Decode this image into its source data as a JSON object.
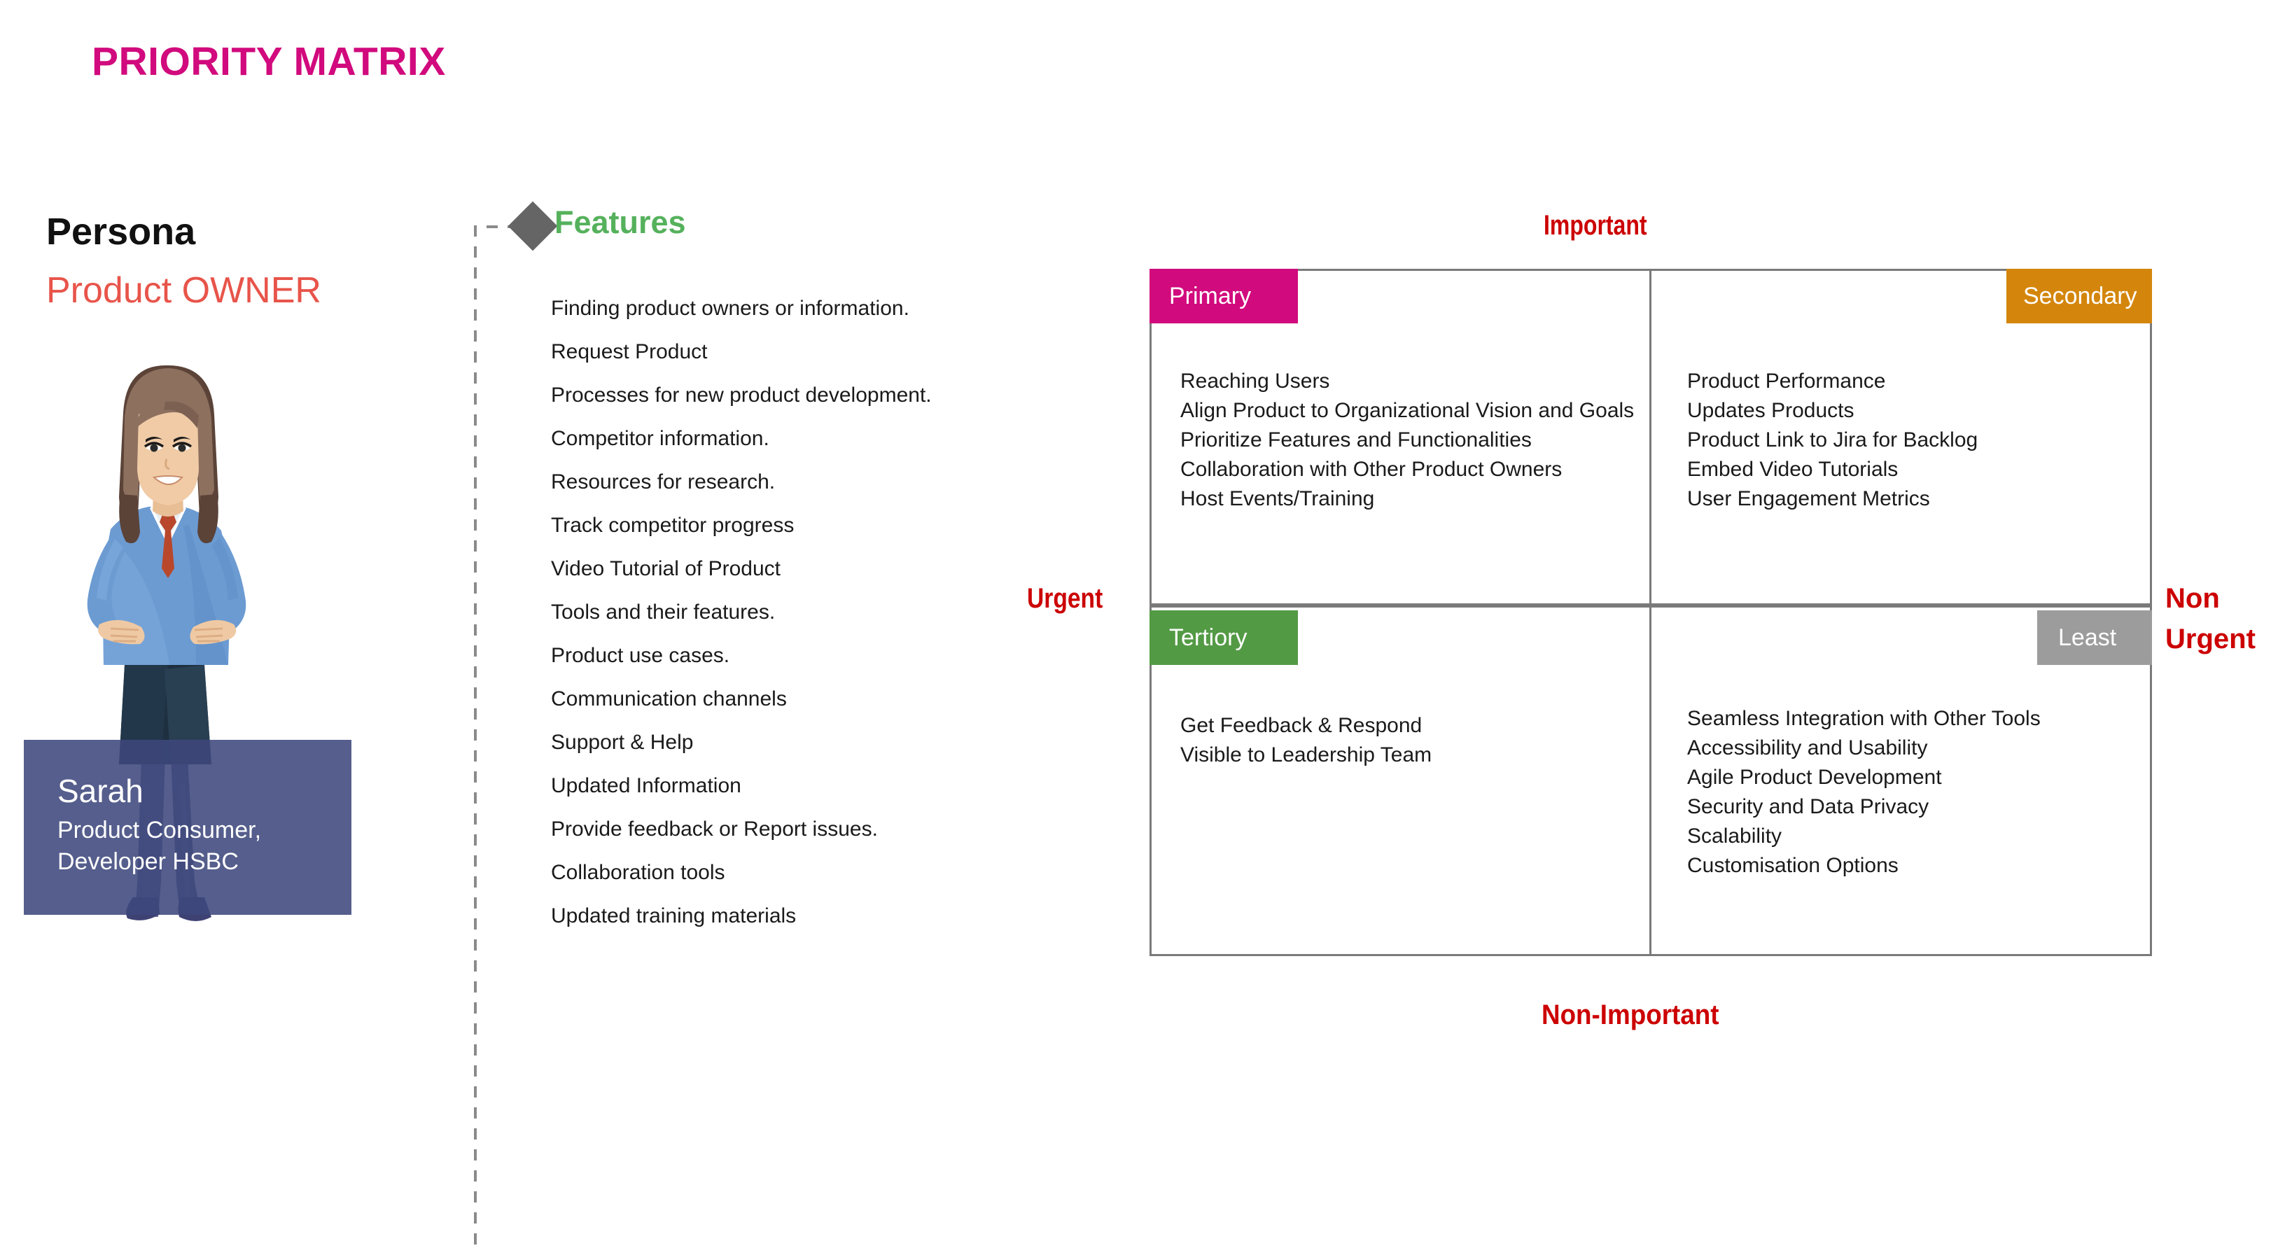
{
  "page": {
    "title": "PRIORITY MATRIX"
  },
  "persona": {
    "heading": "Persona",
    "role": "Product OWNER",
    "card": {
      "name": "Sarah",
      "line1": "Product Consumer,",
      "line2": "Developer HSBC"
    },
    "illustration_alt": "businesswoman-illustration"
  },
  "features": {
    "title": "Features",
    "marker_icon": "diamond-icon",
    "items": [
      "Finding product owners or information.",
      "Request Product",
      "Processes for new product development.",
      "Competitor information.",
      "Resources for research.",
      "Track competitor progress",
      "Video Tutorial of Product",
      "Tools and their features.",
      "Product use cases.",
      "Communication channels",
      "Support & Help",
      "Updated Information",
      "Provide feedback or Report issues.",
      "Collaboration tools",
      "Updated training materials"
    ]
  },
  "matrix": {
    "axis": {
      "top": "Important",
      "bottom": "Non-Important",
      "left": "Urgent",
      "right_line1": "Non",
      "right_line2": "Urgent"
    },
    "quadrants": [
      {
        "key": "primary",
        "label": "Primary",
        "color": "#D10A7D",
        "items": [
          "Reaching Users",
          "Align Product to Organizational Vision and Goals",
          "Prioritize Features and Functionalities",
          "Collaboration with Other Product Owners",
          "Host Events/Training"
        ]
      },
      {
        "key": "secondary",
        "label": "Secondary",
        "color": "#D4860C",
        "items": [
          "Product Performance",
          "Updates Products",
          "Product Link to Jira for Backlog",
          "Embed Video Tutorials",
          "User Engagement Metrics"
        ]
      },
      {
        "key": "tertiory",
        "label": "Tertiory",
        "color": "#539A45",
        "items": [
          "Get Feedback & Respond",
          "Visible to Leadership Team"
        ]
      },
      {
        "key": "least",
        "label": "Least",
        "color": "#9C9C9C",
        "items": [
          "Seamless Integration with Other Tools",
          "Accessibility and Usability",
          "Agile Product Development",
          "Security and Data Privacy",
          "Scalability",
          "Customisation Options"
        ]
      }
    ]
  },
  "colors": {
    "title_pink": "#D10A7D",
    "role_red": "#E8544A",
    "features_green": "#55B15C",
    "axis_red": "#CC0000",
    "card_blue": "#3E487C",
    "border_gray": "#7A7A7A"
  }
}
